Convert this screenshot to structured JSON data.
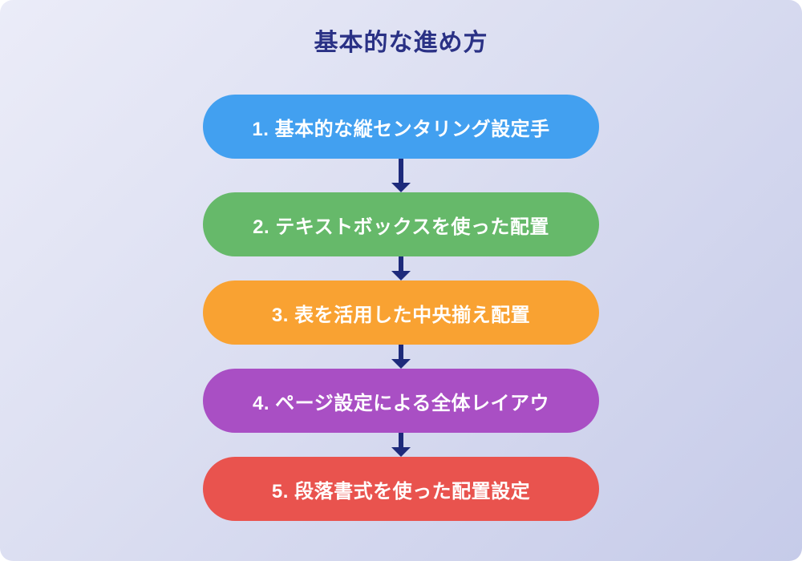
{
  "title": "基本的な進め方",
  "colors": {
    "title_text": "#2a3185",
    "arrow": "#1d2a7b",
    "canvas_gradient_from": "#ebecf8",
    "canvas_gradient_to": "#c6cbe9"
  },
  "steps": [
    {
      "label": "1. 基本的な縦センタリング設定手",
      "color": "#42a0f0"
    },
    {
      "label": "2. テキストボックスを使った配置",
      "color": "#66b96a"
    },
    {
      "label": "3. 表を活用した中央揃え配置",
      "color": "#f9a232"
    },
    {
      "label": "4. ページ設定による全体レイアウ",
      "color": "#a94fc4"
    },
    {
      "label": "5. 段落書式を使った配置設定",
      "color": "#e9534e"
    }
  ]
}
